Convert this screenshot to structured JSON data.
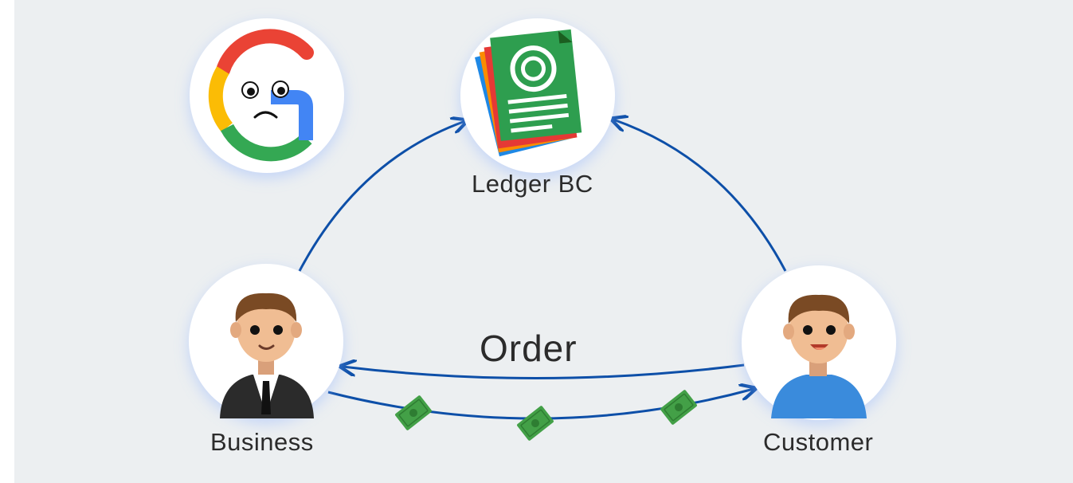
{
  "labels": {
    "ledger": "Ledger BC",
    "business": "Business",
    "customer": "Customer",
    "order": "Order"
  },
  "colors": {
    "background": "#eceff1",
    "arrow": "#0d4fa8",
    "node_fill": "#ffffff",
    "money": "#4caf50",
    "google_red": "#ea4335",
    "google_yellow": "#fbbc05",
    "google_green": "#34a853",
    "google_blue": "#4285f4"
  },
  "nodes": [
    {
      "id": "google",
      "icon": "sad-google-logo-icon"
    },
    {
      "id": "ledger",
      "icon": "ledger-document-icon"
    },
    {
      "id": "business",
      "icon": "businessman-avatar-icon"
    },
    {
      "id": "customer",
      "icon": "customer-avatar-icon"
    }
  ],
  "edges": [
    {
      "from": "business",
      "to": "ledger"
    },
    {
      "from": "customer",
      "to": "ledger"
    },
    {
      "from": "customer",
      "to": "business",
      "label": "Order"
    },
    {
      "from": "business",
      "to": "customer",
      "icon": "money-bill-icon"
    }
  ]
}
